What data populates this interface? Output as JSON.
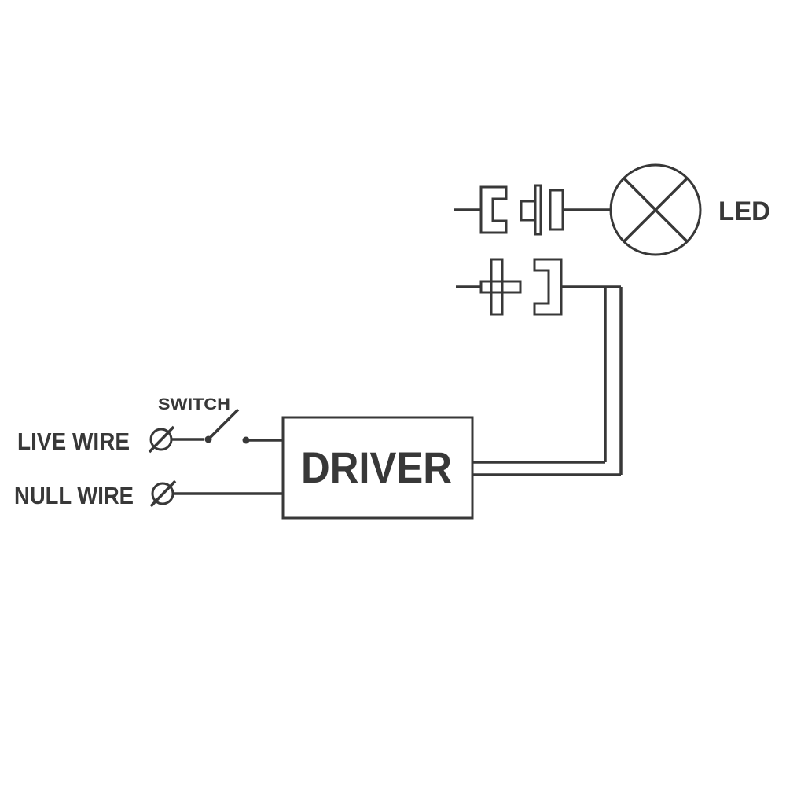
{
  "diagram_type": "led-driver-wiring-diagram",
  "labels": {
    "led": "LED",
    "switch": "SWITCH",
    "live_wire": "LIVE WIRE",
    "null_wire": "NULL WIRE",
    "driver": "DRIVER"
  },
  "colors": {
    "line": "#383838",
    "background": "#ffffff"
  }
}
